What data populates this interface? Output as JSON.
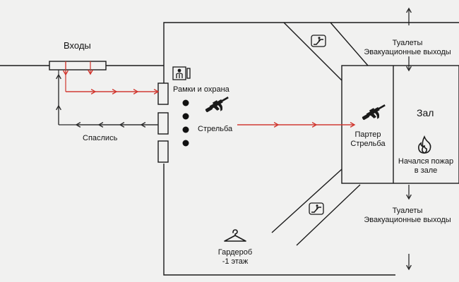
{
  "labels": {
    "entrances": "Входы",
    "frames_security": "Рамки и охрана",
    "shooting": "Стрельба",
    "escaped": "Спаслись",
    "parterre_line1": "Партер",
    "parterre_line2": "Стрельба",
    "hall": "Зал",
    "fire_line1": "Начался пожар",
    "fire_line2": "в зале",
    "toilets_top": "Туалеты",
    "exits_top": "Эвакуационные выходы",
    "toilets_bottom": "Туалеты",
    "exits_bottom": "Эвакуационные выходы",
    "cloakroom_line1": "Гардероб",
    "cloakroom_line2": "-1 этаж"
  },
  "colors": {
    "background": "#f1f1f0",
    "walls": "#1a1a1a",
    "attack_path": "#d0342c",
    "escape_path": "#2a2a2a"
  },
  "icons": {
    "security": "security-frame-person-icon",
    "gun": "rifle-icon",
    "escalator": "escalator-icon",
    "fire": "fire-icon",
    "cloakroom": "hanger-icon"
  }
}
